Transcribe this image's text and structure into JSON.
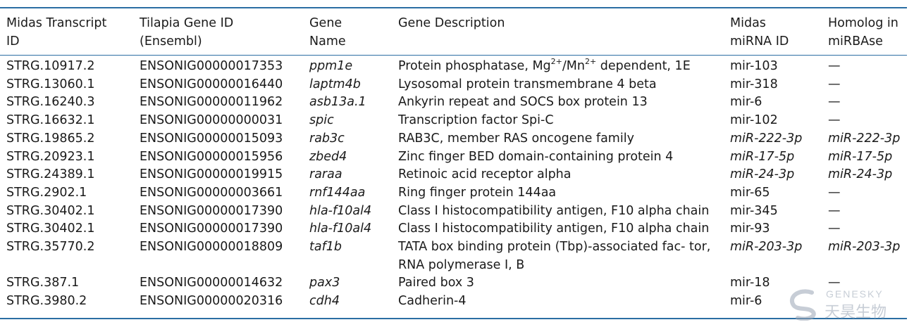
{
  "headers": [
    "Midas Transcript ID",
    "Tilapia Gene ID (Ensembl)",
    "Gene Name",
    "Gene Description",
    "Midas miRNA ID",
    "Homolog in miRBAse"
  ],
  "header_lines": [
    [
      "Midas Transcript",
      "ID"
    ],
    [
      "Tilapia Gene ID",
      "(Ensembl)"
    ],
    [
      "Gene",
      "Name"
    ],
    [
      "Gene Description",
      ""
    ],
    [
      "Midas",
      "miRNA ID"
    ],
    [
      "Homolog in",
      "miRBAse"
    ]
  ],
  "rows": [
    {
      "transcript": "STRG.10917.2",
      "gene_id": "ENSONIG00000017353",
      "gene_name": "ppm1e",
      "description": "Protein phosphatase, Mg2+/Mn2+ dependent, 1E",
      "mirna": "mir-103",
      "homolog": "—",
      "mirna_italic": false
    },
    {
      "transcript": "STRG.13060.1",
      "gene_id": "ENSONIG00000016440",
      "gene_name": "laptm4b",
      "description": "Lysosomal protein transmembrane 4 beta",
      "mirna": "mir-318",
      "homolog": "—",
      "mirna_italic": false
    },
    {
      "transcript": "STRG.16240.3",
      "gene_id": "ENSONIG00000011962",
      "gene_name": "asb13a.1",
      "description": "Ankyrin repeat and SOCS box protein 13",
      "mirna": "mir-6",
      "homolog": "—",
      "mirna_italic": false
    },
    {
      "transcript": "STRG.16632.1",
      "gene_id": "ENSONIG00000000031",
      "gene_name": "spic",
      "description": "Transcription factor Spi-C",
      "mirna": "mir-102",
      "homolog": "—",
      "mirna_italic": false
    },
    {
      "transcript": "STRG.19865.2",
      "gene_id": "ENSONIG00000015093",
      "gene_name": "rab3c",
      "description": "RAB3C, member RAS oncogene family",
      "mirna": "miR-222-3p",
      "homolog": "miR-222-3p",
      "mirna_italic": true
    },
    {
      "transcript": "STRG.20923.1",
      "gene_id": "ENSONIG00000015956",
      "gene_name": "zbed4",
      "description": "Zinc finger BED domain-containing protein 4",
      "mirna": "miR-17-5p",
      "homolog": "miR-17-5p",
      "mirna_italic": true
    },
    {
      "transcript": "STRG.24389.1",
      "gene_id": "ENSONIG00000019915",
      "gene_name": "raraa",
      "description": "Retinoic acid receptor alpha",
      "mirna": "miR-24-3p",
      "homolog": "miR-24-3p",
      "mirna_italic": true
    },
    {
      "transcript": "STRG.2902.1",
      "gene_id": "ENSONIG00000003661",
      "gene_name": "rnf144aa",
      "description": "Ring finger protein 144aa",
      "mirna": "mir-65",
      "homolog": "—",
      "mirna_italic": false
    },
    {
      "transcript": "STRG.30402.1",
      "gene_id": "ENSONIG00000017390",
      "gene_name": "hla-f10al4",
      "description": "Class I histocompatibility antigen, F10 alpha chain",
      "mirna": "mir-345",
      "homolog": "—",
      "mirna_italic": false
    },
    {
      "transcript": "STRG.30402.1",
      "gene_id": "ENSONIG00000017390",
      "gene_name": "hla-f10al4",
      "description": "Class I histocompatibility antigen, F10 alpha chain",
      "mirna": "mir-93",
      "homolog": "—",
      "mirna_italic": false
    },
    {
      "transcript": "STRG.35770.2",
      "gene_id": "ENSONIG00000018809",
      "gene_name": "taf1b",
      "description": "TATA box binding protein (Tbp)-associated fac- tor, RNA polymerase I, B",
      "mirna": "miR-203-3p",
      "homolog": "miR-203-3p",
      "mirna_italic": true
    },
    {
      "transcript": "STRG.387.1",
      "gene_id": "ENSONIG00000014632",
      "gene_name": "pax3",
      "description": "Paired box 3",
      "mirna": "mir-18",
      "homolog": "—",
      "mirna_italic": false
    },
    {
      "transcript": "STRG.3980.2",
      "gene_id": "ENSONIG00000020316",
      "gene_name": "cdh4",
      "description": "Cadherin-4",
      "mirna": "mir-6",
      "homolog": "",
      "mirna_italic": false
    }
  ],
  "watermark": {
    "latin": "GENESKY",
    "chinese": "天昊生物"
  },
  "colors": {
    "rule": "#2b6ea3",
    "text": "#1a1a1a",
    "watermark": "#9aa6b5"
  }
}
